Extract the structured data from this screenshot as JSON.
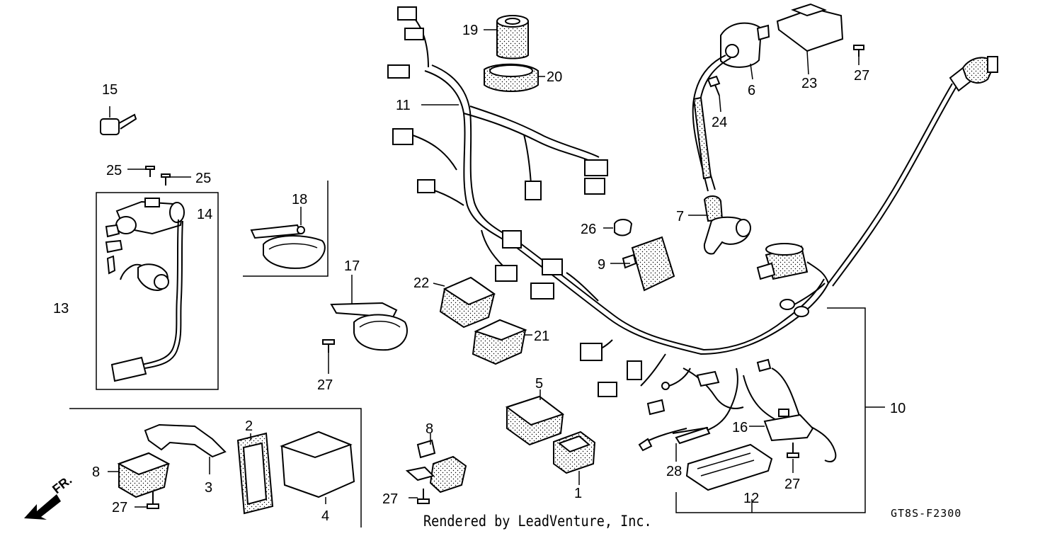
{
  "diagram": {
    "credit": "Rendered by LeadVenture, Inc.",
    "drawing_code": "GT8S-F2300",
    "direction_label": "FR.",
    "callouts": {
      "p1": "1",
      "p2": "2",
      "p3": "3",
      "p4": "4",
      "p5": "5",
      "p6": "6",
      "p7": "7",
      "p8a": "8",
      "p8b": "8",
      "p9": "9",
      "p10": "10",
      "p11": "11",
      "p12": "12",
      "p13": "13",
      "p14": "14",
      "p15": "15",
      "p16": "16",
      "p17": "17",
      "p18": "18",
      "p19": "19",
      "p20": "20",
      "p21": "21",
      "p22": "22",
      "p23": "23",
      "p24": "24",
      "p25a": "25",
      "p25b": "25",
      "p26": "26",
      "p27a": "27",
      "p27b": "27",
      "p27c": "27",
      "p27d": "27",
      "p27e": "27",
      "p28": "28"
    }
  }
}
